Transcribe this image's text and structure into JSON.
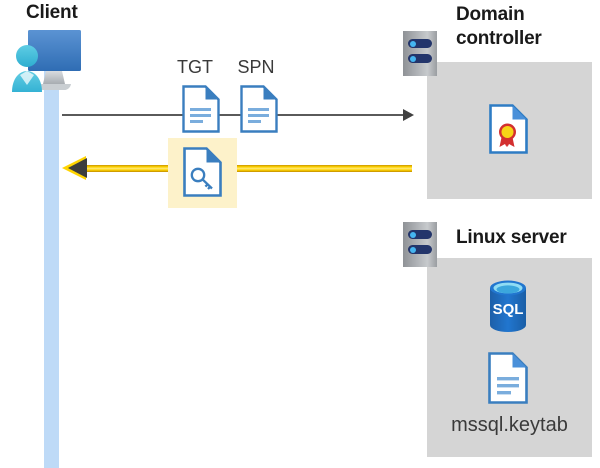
{
  "diagram": {
    "title_client": "Client",
    "actors": [
      {
        "name": "client",
        "label": "Client"
      },
      {
        "name": "domain-controller",
        "label": "Domain controller"
      },
      {
        "name": "linux-server",
        "label": "Linux server"
      }
    ],
    "messages": [
      {
        "name": "request",
        "direction": "client-to-domain-controller",
        "style": "gray-thin-arrow",
        "payload_labels": [
          "TGT",
          "SPN"
        ],
        "payload_icons": [
          "document-icon",
          "document-icon"
        ]
      },
      {
        "name": "response",
        "direction": "domain-controller-to-client",
        "style": "yellow-thick-arrow",
        "payload_labels": [],
        "payload_icons": [
          "key-document-icon"
        ],
        "highlighted": true
      }
    ],
    "labels": {
      "tgt": "TGT",
      "spn": "SPN",
      "keytab_file": "mssql.keytab"
    },
    "domain_controller": {
      "title": "Domain controller",
      "contents": [
        {
          "name": "certificate-document",
          "icon": "certificate-document-icon"
        }
      ]
    },
    "linux_server": {
      "title": "Linux server",
      "contents": [
        {
          "name": "sql-database",
          "icon": "sql-database-icon",
          "label": "SQL"
        },
        {
          "name": "keytab-document",
          "icon": "document-icon",
          "label": "mssql.keytab"
        }
      ]
    },
    "colors": {
      "lifeline": "#bedaf7",
      "panel_gray": "#d5d5d5",
      "highlight_yellow": "#fdf2ca",
      "arrow_yellow": "#ffd400",
      "arrow_gray": "#5a5a5a",
      "doc_blue": "#3a7ebf",
      "doc_line_blue": "#7aaddd",
      "sql_blue": "#1b6ec2",
      "cert_gold": "#f7d417",
      "cert_red": "#d32f2f",
      "server_chassis": "#aeb1b5",
      "led_navy": "#23356b",
      "led_cyan": "#45b5f0",
      "text_dark": "#1a1a1a",
      "text_gray": "#3a3a3a"
    }
  }
}
